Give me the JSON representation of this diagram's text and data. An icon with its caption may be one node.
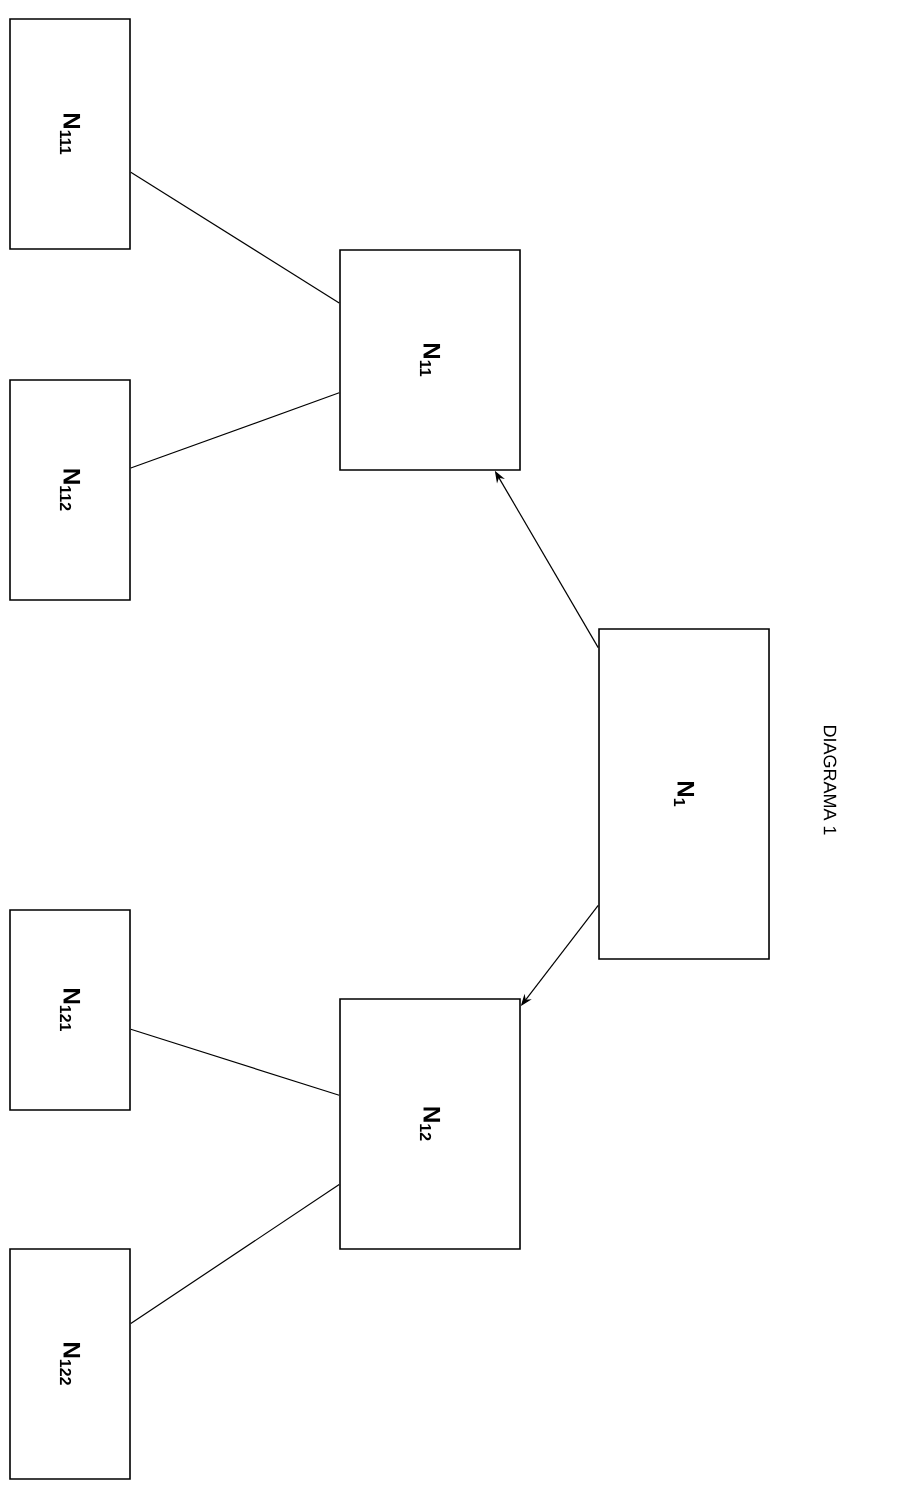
{
  "diagram": {
    "title": "DIAGRAMA 1",
    "nodes": [
      {
        "text": [
          "N$_{1}$"
        ]
      },
      {
        "text": [
          "N$_{11}$"
        ]
      },
      {
        "text": [
          "N$_{12}$"
        ]
      },
      {
        "text": [
          "N$_{111}$"
        ]
      },
      {
        "text": [
          "N$_{112}$"
        ]
      },
      {
        "text": [
          "N$_{121}$"
        ]
      },
      {
        "text": [
          "N$_{122}$"
        ]
      }
    ],
    "edges": [
      {
        "from": 0,
        "to": 1,
        "arrow": "to"
      },
      {
        "from": 0,
        "to": 2,
        "arrow": "to"
      },
      {
        "from": 1,
        "to": 3,
        "arrow": "none"
      },
      {
        "from": 1,
        "to": 4,
        "arrow": "none"
      },
      {
        "from": 2,
        "to": 5,
        "arrow": "none"
      },
      {
        "from": 2,
        "to": 6,
        "arrow": "none"
      }
    ]
  }
}
